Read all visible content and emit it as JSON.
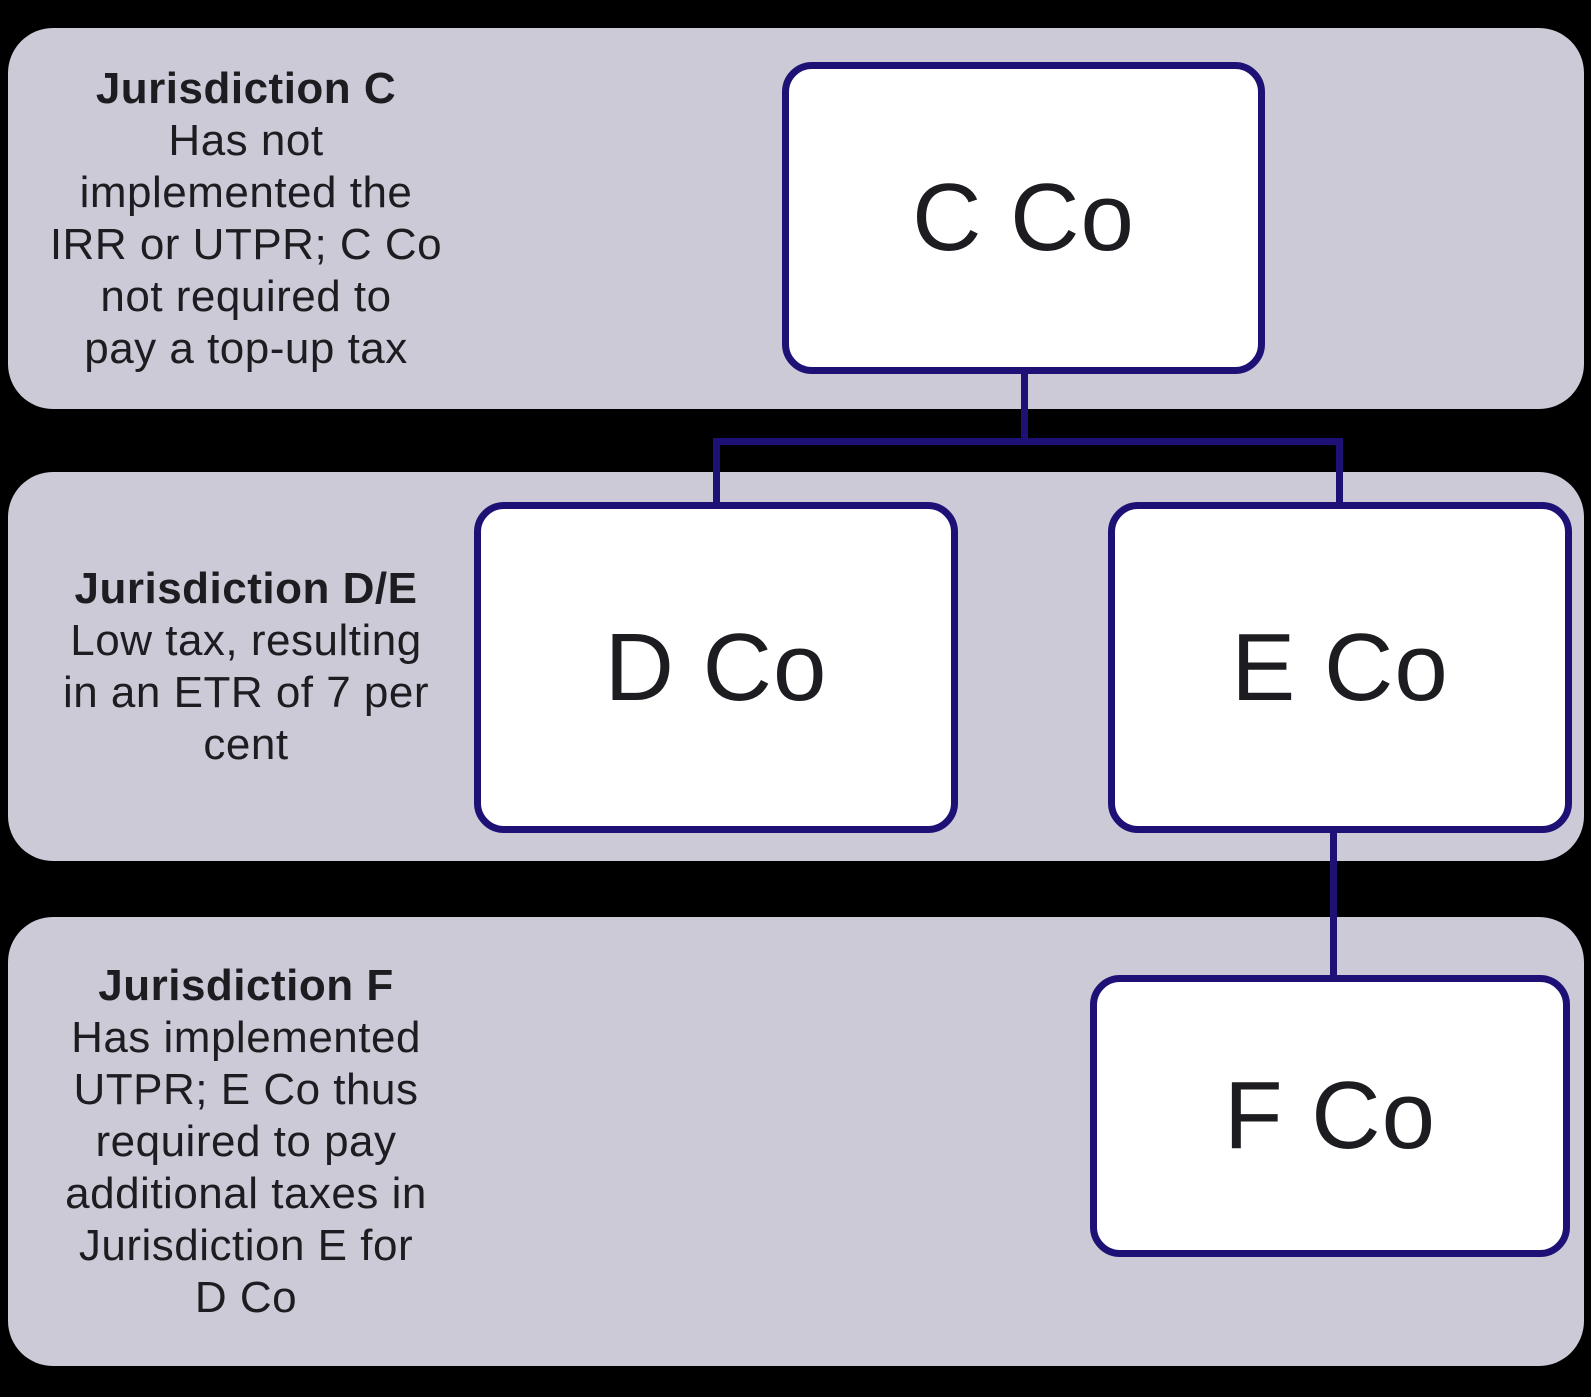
{
  "diagram": {
    "type": "org-chart",
    "background_color": "#000000",
    "band_color": "#cbcad6",
    "node_fill_color": "#ffffff",
    "line_color": "#1d1176",
    "text_color": "#1d1c20"
  },
  "bands": [
    {
      "heading": "Jurisdiction C",
      "body_lines": [
        "Has not",
        "implemented the",
        "IRR or UTPR; C Co",
        "not required to",
        "pay a top-up tax"
      ]
    },
    {
      "heading": "Jurisdiction D/E",
      "body_lines": [
        "Low tax, resulting",
        "in an ETR of 7 per",
        "cent"
      ]
    },
    {
      "heading": "Jurisdiction F",
      "body_lines": [
        "Has implemented",
        "UTPR; E Co thus",
        "required to pay",
        "additional taxes in",
        "Jurisdiction E for",
        "D Co"
      ]
    }
  ],
  "nodes": [
    {
      "id": "c-co",
      "label": "C Co",
      "jurisdiction": "Jurisdiction C"
    },
    {
      "id": "d-co",
      "label": "D Co",
      "jurisdiction": "Jurisdiction D/E"
    },
    {
      "id": "e-co",
      "label": "E Co",
      "jurisdiction": "Jurisdiction D/E"
    },
    {
      "id": "f-co",
      "label": "F Co",
      "jurisdiction": "Jurisdiction F"
    }
  ],
  "edges": [
    {
      "from": "c-co",
      "to": "d-co"
    },
    {
      "from": "c-co",
      "to": "e-co"
    },
    {
      "from": "e-co",
      "to": "f-co"
    }
  ]
}
